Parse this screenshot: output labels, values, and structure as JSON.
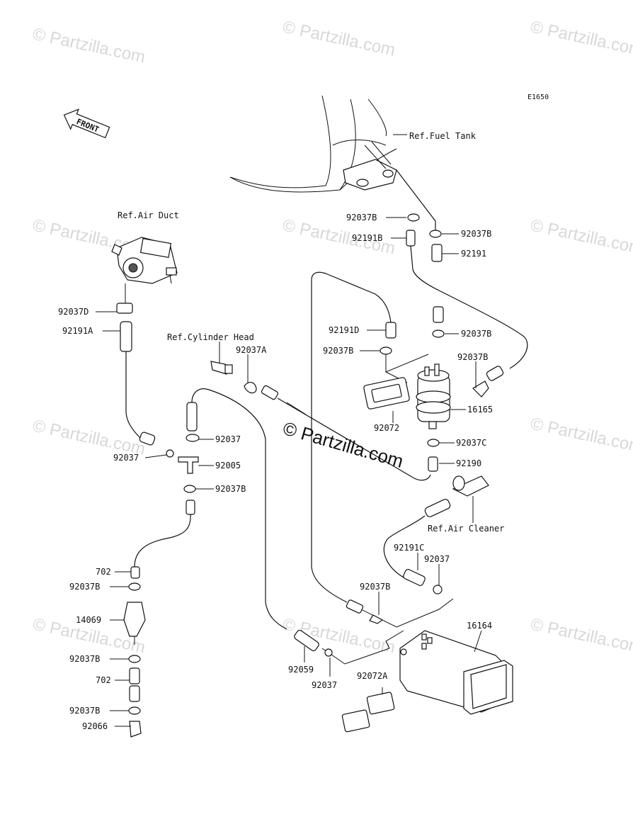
{
  "diagram": {
    "code": "E1650",
    "front_label": "FRONT",
    "watermark": "© Partzilla.com",
    "center_watermark": "© Partzilla.com"
  },
  "refs": {
    "fuel_tank": "Ref.Fuel Tank",
    "air_duct": "Ref.Air Duct",
    "cylinder_head": "Ref.Cylinder Head",
    "air_cleaner": "Ref.Air Cleaner"
  },
  "parts": {
    "p92037B_a": "92037B",
    "p92191B": "92191B",
    "p92037B_b": "92037B",
    "p92191": "92191",
    "p92037D": "92037D",
    "p92191A": "92191A",
    "p92191D": "92191D",
    "p92037B_c": "92037B",
    "p92037A": "92037A",
    "p92037B_d": "92037B",
    "p92037B_e": "92037B",
    "p92072": "92072",
    "p16165": "16165",
    "p92037_a": "92037",
    "p92037C": "92037C",
    "p92037_b": "92037",
    "p92005": "92005",
    "p92190": "92190",
    "p92037B_f": "92037B",
    "p92191C": "92191C",
    "p92037_c": "92037",
    "p702_a": "702",
    "p92037B_g": "92037B",
    "p92037B_h": "92037B",
    "p14069": "14069",
    "p16164": "16164",
    "p92037B_i": "92037B",
    "p92059": "92059",
    "p702_b": "702",
    "p92072A": "92072A",
    "p92037_d": "92037",
    "p92037B_j": "92037B",
    "p92066": "92066"
  }
}
